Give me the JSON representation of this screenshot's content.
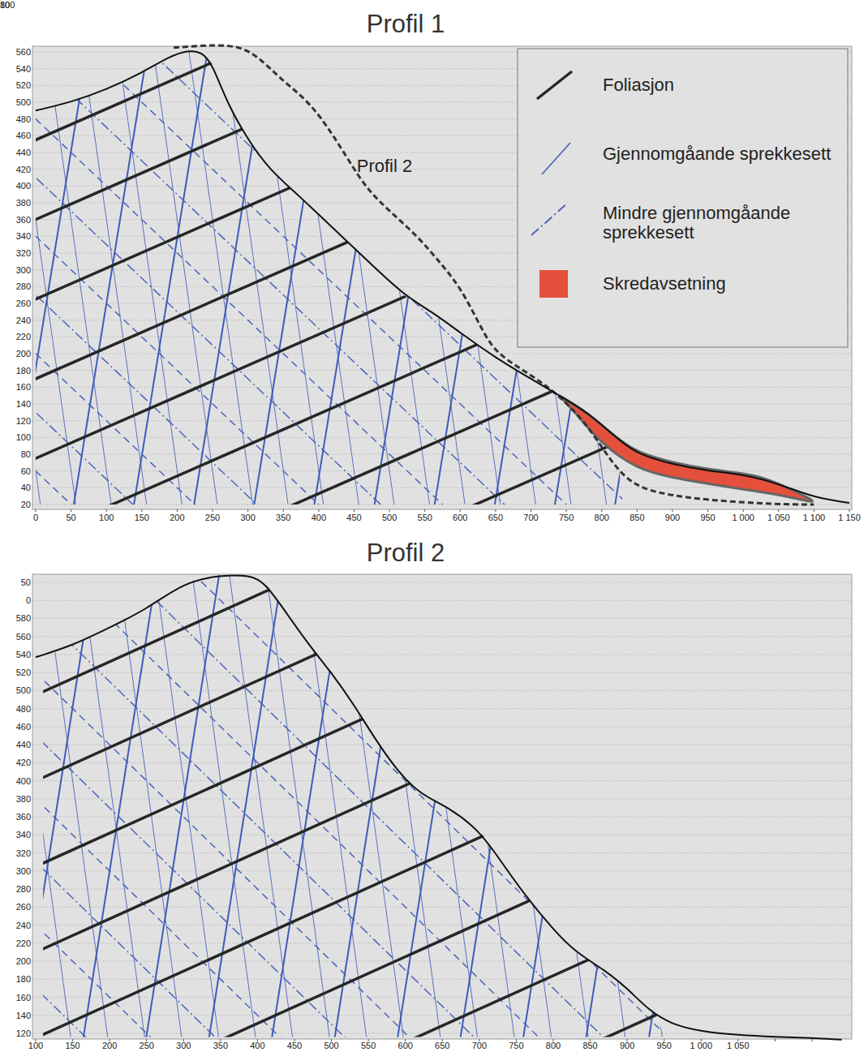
{
  "diagram": {
    "title": "Profil 1",
    "labels": [
      "Profil 2",
      "Profil 2",
      "20",
      "40",
      "60",
      "80",
      "100",
      "120",
      "140",
      "160",
      "180",
      "200",
      "220",
      "240",
      "260",
      "280",
      "300",
      "320",
      "340",
      "360",
      "380",
      "400",
      "420",
      "440",
      "460",
      "480",
      "500",
      "520",
      "540",
      "560",
      "0",
      "50",
      "100",
      "150",
      "200",
      "250",
      "300",
      "350",
      "400",
      "450",
      "500",
      "550",
      "600",
      "650",
      "700",
      "750",
      "800",
      "850",
      "900",
      "950",
      "1 000",
      "1 050",
      "1 100",
      "1 150",
      "80",
      "100",
      "120",
      "140",
      "160",
      "180",
      "200",
      "220",
      "240",
      "260",
      "280",
      "300",
      "320",
      "340",
      "360",
      "380",
      "400",
      "420",
      "440",
      "460",
      "480",
      "500",
      "520",
      "540",
      "560",
      "580",
      "0",
      "50",
      "100",
      "150",
      "200",
      "250",
      "300",
      "350",
      "400",
      "450",
      "500",
      "550",
      "600",
      "650",
      "700",
      "750",
      "800",
      "850",
      "900",
      "950",
      "1 000",
      "1 050"
    ],
    "legend": [
      {
        "text": "Foliasjon"
      },
      {
        "text": "Gjennomgåande sprekkesett"
      },
      {
        "text": "Mindre gjennomgåande sprekkesett"
      },
      {
        "text": "Skredavsetning",
        "color": "#e4503c"
      }
    ]
  }
}
